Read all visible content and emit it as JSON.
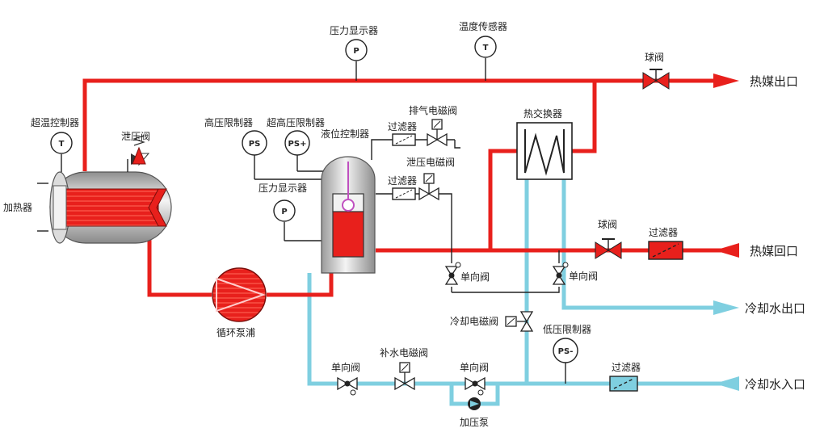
{
  "colors": {
    "hot": "#e8201c",
    "cold": "#7fcfe0",
    "line": "#222222",
    "vessel": "#cfcfcf"
  },
  "labels": {
    "pressure_display_top": "压力显示器",
    "temp_sensor": "温度传感器",
    "ball_valve_top": "球阀",
    "hot_out": "热媒出口",
    "over_temp_ctrl": "超温控制器",
    "relief_valve": "泄压阀",
    "heater": "加热器",
    "high_pressure_limit": "高压限制器",
    "ultra_high_pressure_limit": "超高压限制器",
    "level_ctrl": "液位控制器",
    "filter_exhaust": "过滤器",
    "exhaust_solenoid": "排气电磁阀",
    "filter_relief": "过滤器",
    "relief_solenoid": "泄压电磁阀",
    "pressure_display_tank": "压力显示器",
    "heat_exchanger": "热交换器",
    "ball_valve_return": "球阀",
    "filter_return": "过滤器",
    "hot_return": "热媒回口",
    "check_valve_mid1": "单向阀",
    "check_valve_mid2": "单向阀",
    "cooling_water_out": "冷却水出口",
    "circ_pump": "循环泵浦",
    "cooling_solenoid": "冷却电磁阀",
    "low_pressure_limit": "低压限制器",
    "makeup_solenoid": "补水电磁阀",
    "check_valve_low1": "单向阀",
    "check_valve_low2": "单向阀",
    "filter_cold_in": "过滤器",
    "cooling_water_in": "冷却水入口",
    "booster_pump": "加压泵"
  },
  "gauges": {
    "T": "T",
    "P": "P",
    "PS": "PS",
    "PS_plus": "PS+",
    "PS_minus": "PS-"
  }
}
